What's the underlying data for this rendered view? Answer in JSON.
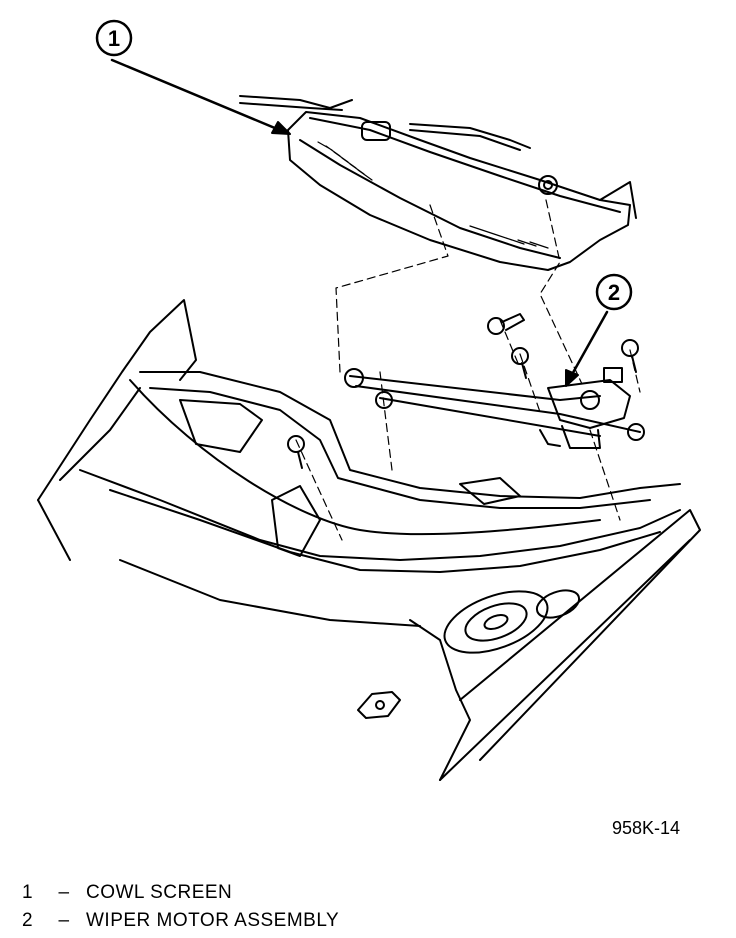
{
  "callouts": [
    {
      "number": "1",
      "label": "COWL SCREEN"
    },
    {
      "number": "2",
      "label": "WIPER MOTOR ASSEMBLY"
    }
  ],
  "figure_code": "958K-14",
  "legend_separator": "–",
  "colors": {
    "ink": "#000000",
    "paper": "#ffffff"
  }
}
